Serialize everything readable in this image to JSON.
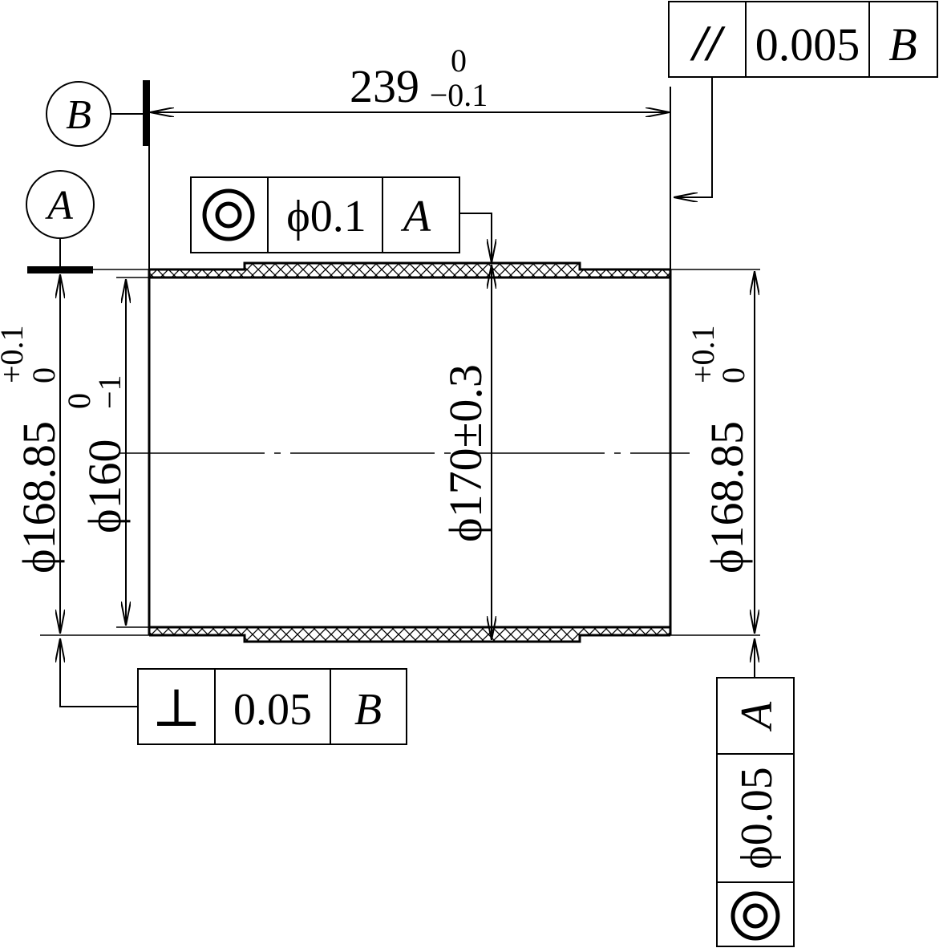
{
  "datums": {
    "a": "A",
    "b": "B"
  },
  "dim_length": {
    "nominal": "239",
    "upper": "0",
    "lower": "−0.1"
  },
  "dim_left_od": {
    "nominal": "ϕ168.85",
    "upper": "+0.1",
    "lower": "0"
  },
  "dim_bore": {
    "nominal": "ϕ160",
    "upper": "0",
    "lower": "−1"
  },
  "dim_mid_od": {
    "text": "ϕ170±0.3"
  },
  "dim_right_od": {
    "nominal": "ϕ168.85",
    "upper": "+0.1",
    "lower": "0"
  },
  "fcf_parallelism": {
    "symbol": "//",
    "tolerance": "0.005",
    "datum": "B"
  },
  "fcf_concentricity": {
    "symbol": "concentricity-icon",
    "tolerance": "ϕ0.1",
    "datum": "A"
  },
  "fcf_perpendicularity": {
    "symbol": "⊥",
    "tolerance": "0.05",
    "datum": "B"
  },
  "fcf_coaxiality": {
    "symbol": "concentricity-icon",
    "tolerance": "ϕ0.05",
    "datum": "A"
  }
}
